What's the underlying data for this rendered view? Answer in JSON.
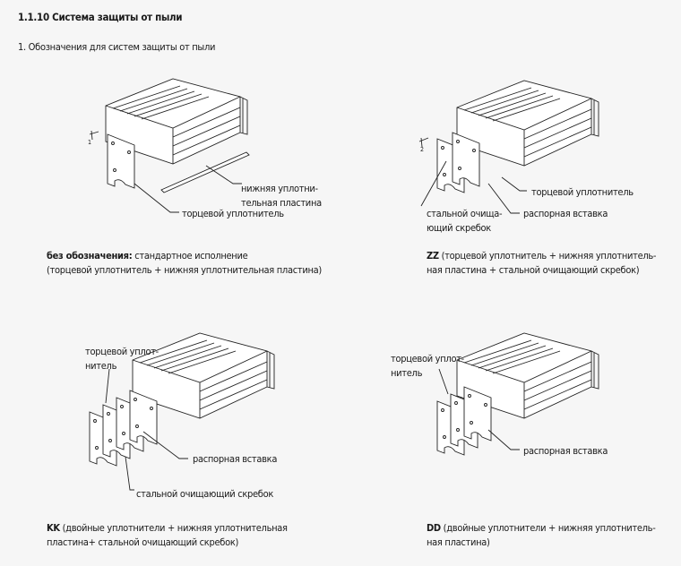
{
  "section_title": "1.1.10 Система защиты от пыли",
  "subtitle": "1. Обозначения для систем защиты от пыли",
  "fig1": {
    "label_bottom_seal_1": "нижняя уплотни-",
    "label_bottom_seal_2": "тельная пластина",
    "label_end_seal": "торцевой уплотнитель",
    "marker": "1",
    "code": "без обозначения:",
    "desc_1": " стандартное исполнение",
    "desc_2": "(торцевой уплотнитель + нижняя уплотнительная пластина)"
  },
  "fig2": {
    "label_end_seal": "торцевой уплотнитель",
    "label_scraper_1": "стальной очища-",
    "label_scraper_2": "ющий скребок",
    "label_spacer": "распорная вставка",
    "marker": "2",
    "code": "ZZ",
    "desc_1": " (торцевой уплотнитель + нижняя уплотнитель-",
    "desc_2": "ная пластина + стальной очищающий скребок)"
  },
  "fig3": {
    "label_end_seal_1": "торцевой уплот-",
    "label_end_seal_2": "нитель",
    "label_spacer": "распорная вставка",
    "label_scraper": "стальной очищающий скребок",
    "code": "KK",
    "desc_1": " (двойные уплотнители + нижняя уплотнительная",
    "desc_2": "пластина+ стальной очищающий скребок)"
  },
  "fig4": {
    "label_end_seal_1": "торцевой уплот-",
    "label_end_seal_2": "нитель",
    "label_spacer": "распорная вставка",
    "code": "DD",
    "desc_1": " (двойные уплотнители + нижняя уплотнитель-",
    "desc_2": "ная пластина)"
  }
}
